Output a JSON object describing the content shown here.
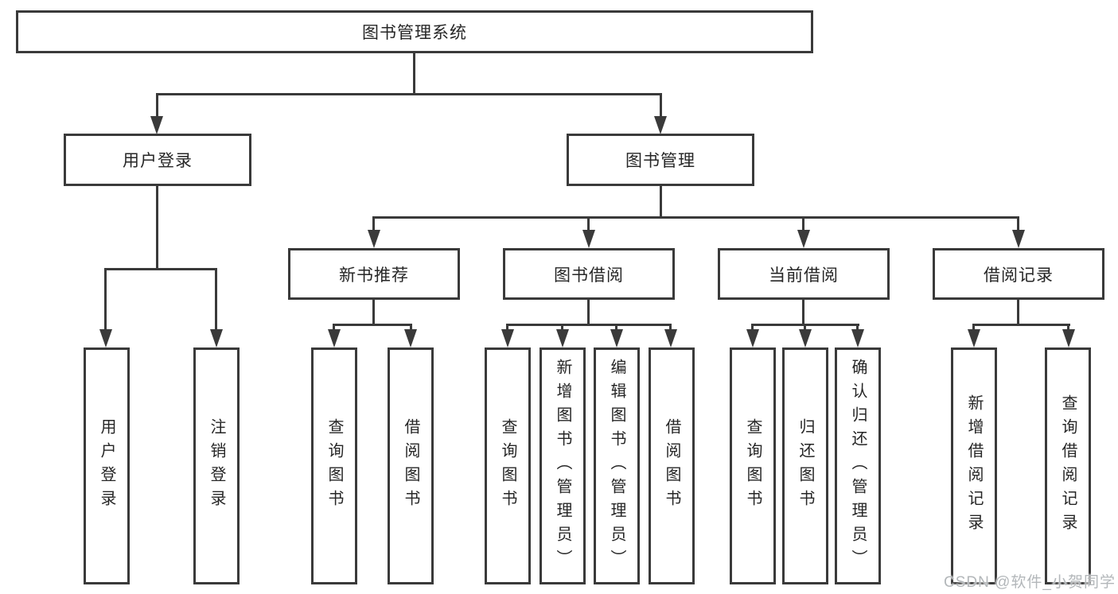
{
  "diagram": {
    "root": {
      "label": "图书管理系统"
    },
    "branches": [
      {
        "label": "用户登录",
        "children": [
          {
            "label": "用户登录"
          },
          {
            "label": "注销登录"
          }
        ]
      },
      {
        "label": "图书管理",
        "children": [
          {
            "label": "新书推荐",
            "children": [
              {
                "label": "查询图书"
              },
              {
                "label": "借阅图书"
              }
            ]
          },
          {
            "label": "图书借阅",
            "children": [
              {
                "label": "查询图书"
              },
              {
                "label": "新增图书（管理员）"
              },
              {
                "label": "编辑图书（管理员）"
              },
              {
                "label": "借阅图书"
              }
            ]
          },
          {
            "label": "当前借阅",
            "children": [
              {
                "label": "查询图书"
              },
              {
                "label": "归还图书"
              },
              {
                "label": "确认归还（管理员）"
              }
            ]
          },
          {
            "label": "借阅记录",
            "children": [
              {
                "label": "新增借阅记录"
              },
              {
                "label": "查询借阅记录"
              }
            ]
          }
        ]
      }
    ]
  },
  "watermark": {
    "text": "CSDN @软件_小贺同学"
  },
  "colors": {
    "line": "#3a3a3a",
    "text": "#262626",
    "box_fill": "#ffffff",
    "background": "#ffffff",
    "watermark": "#b3b7ba"
  }
}
